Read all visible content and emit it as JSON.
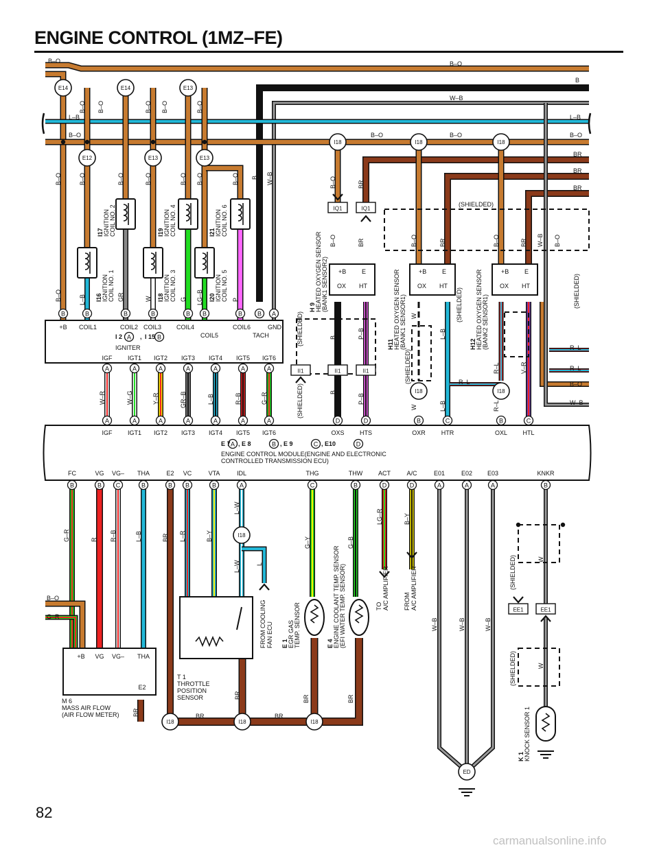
{
  "page": {
    "title": "ENGINE CONTROL (1MZ–FE)",
    "number": "82",
    "watermark": "carmanualsonline.info"
  },
  "colors": {
    "B-O": "#c77b30",
    "BR": "#8b3a1a",
    "B": "#111111",
    "W-B": "#9a9a9a",
    "L": "#22b8d8",
    "G": "#22dd22",
    "R": "#ee2222",
    "P": "#ff66ff",
    "Y": "#ffee00",
    "GR": "#888888",
    "V": "#7b3fb4"
  },
  "connectors": {
    "E14": "E14",
    "E13": "E13",
    "E12": "E12",
    "I18": "I18",
    "ED": "ED",
    "IQ1": "IQ1",
    "II1": "II1",
    "EE1": "EE1"
  },
  "wire_labels": {
    "top_bo": "B–O",
    "b": "B",
    "wb": "W–B",
    "lb": "L–B",
    "bo": "B–O",
    "br": "BR",
    "shielded": "(SHIELDED)",
    "rl": "R–L",
    "g": "G",
    "gr": "GR",
    "w": "W",
    "lgb": "LG–B",
    "p": "P",
    "wr": "W–R",
    "wg": "W–G",
    "yr": "Y–R",
    "grb": "GR–B",
    "rb": "R–B",
    "gr2": "G–R",
    "pb": "P–B",
    "vr": "V–R",
    "r": "R",
    "by": "B–Y",
    "lr": "L–R",
    "lw": "L–W",
    "l": "L",
    "gy": "G–Y",
    "gb": "G–B",
    "lgr": "LG–R"
  },
  "components": {
    "i16": {
      "id": "I16",
      "name": "IGNITION\nCOIL NO. 1"
    },
    "i17": {
      "id": "I17",
      "name": "IGNITION\nCOIL NO. 2"
    },
    "i18": {
      "id": "I18",
      "name": "IGNITION\nCOIL NO. 3"
    },
    "i19": {
      "id": "I19",
      "name": "IGNITION\nCOIL NO. 4"
    },
    "i20": {
      "id": "I20",
      "name": "IGNITION\nCOIL NO. 5"
    },
    "i21": {
      "id": "I21",
      "name": "IGNITION\nCOIL NO. 6"
    },
    "h9": {
      "id": "H 9",
      "name": "HEATED OXYGEN SENSOR\n(BANK1 SENSOR2)"
    },
    "h11": {
      "id": "H11",
      "name": "HEATED OXYGEN SENSOR\n(BANK1 SENSOR1)"
    },
    "h12": {
      "id": "H12",
      "name": "HEATED OXYGEN SENSOR\n(BANK2 SENSOR1)"
    },
    "igniter": {
      "ref_a": "I 2",
      "ref_b": "I 15",
      "sep": ",",
      "pin_a": "A",
      "pin_b": "B",
      "name": "IGNITER"
    },
    "ecm": {
      "ref": "E 7",
      "pA": "A",
      "e8": ", E 8",
      "pB": "B",
      "e9": ", E 9",
      "pC": "C",
      "e10": ", E10",
      "pD": "D",
      "name1": "ENGINE CONTROL MODULE(ENGINE AND ELECTRONIC",
      "name2": "CONTROLLED TRANSMISSION ECU)"
    },
    "m6": {
      "id": "M 6",
      "name": "MASS AIR FLOW\n(AIR FLOW METER)"
    },
    "t1": {
      "id": "T 1",
      "name": "THROTTLE\nPOSITION\nSENSOR"
    },
    "e1": {
      "id": "E 1",
      "name": "EGR GAS\nTEMP. SENSOR"
    },
    "e4": {
      "id": "E 4",
      "name": "ENGINE COOLANT TEMP. SENSOR\n(EFI WATER TEMP. SENSOR)"
    },
    "k1": {
      "id": "K 1",
      "name": "KNOCK SENSOR 1"
    },
    "fan": "FROM COOLING\nFAN ECU",
    "to_ac": "TO\nA/C AMPLIFIER",
    "from_ac": "FROM\nA/C AMPLIFIER"
  },
  "igniter_terms_top": [
    "+B",
    "COIL1",
    "COIL2",
    "COIL3",
    "COIL4",
    "COIL6",
    "GND"
  ],
  "igniter_coil5": "COIL5",
  "igniter_tach": "TACH",
  "igniter_terms_bottom": [
    "IGF",
    "IGT1",
    "IGT2",
    "IGT3",
    "IGT4",
    "IGT5",
    "IGT6"
  ],
  "ecm_top_terms": [
    "IGF",
    "IGT1",
    "IGT2",
    "IGT3",
    "IGT4",
    "IGT5",
    "IGT6",
    "OXS",
    "HTS",
    "OXR",
    "HTR",
    "OXL",
    "HTL"
  ],
  "ecm_bottom_terms": [
    "FC",
    "VG",
    "VG–",
    "THA",
    "E2",
    "VC",
    "VTA",
    "IDL",
    "THG",
    "THW",
    "ACT",
    "A/C",
    "E01",
    "E02",
    "E03",
    "KNKR"
  ],
  "oxsensor_terms": {
    "pb": "+B",
    "e": "E",
    "ox": "OX",
    "ht": "HT"
  },
  "maf_terms": {
    "pb": "+B",
    "vg": "VG",
    "vgm": "VG–",
    "tha": "THA",
    "e2": "E2"
  }
}
